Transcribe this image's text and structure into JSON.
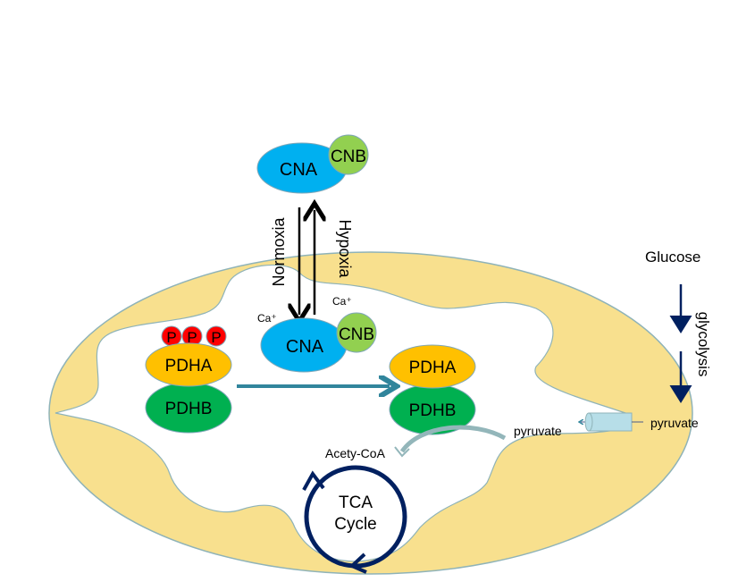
{
  "colors": {
    "membrane": "#F8E08E",
    "membrane_stroke": "#8FB3B8",
    "cna": "#00B0F0",
    "cnb": "#92D050",
    "pdha": "#FFC000",
    "pdhb": "#00B050",
    "phosphate": "#FF0000",
    "transition_arrow": "#31859C",
    "tca": "#002060",
    "transporter": "#B7DEE8"
  },
  "labels": {
    "cna_top": "CNA",
    "cnb_top": "CNB",
    "normoxia": "Normoxia",
    "hypoxia": "Hypoxia",
    "ca_left": "Ca⁺",
    "ca_right": "Ca⁺",
    "cna_bottom": "CNA",
    "cnb_bottom": "CNB",
    "phospho": [
      "P",
      "P",
      "P"
    ],
    "pdha_left": "PDHA",
    "pdhb_left": "PDHB",
    "pdha_right": "PDHA",
    "pdhb_right": "PDHB",
    "glucose": "Glucose",
    "glycolysis": "glycolysis",
    "pyruvate_outside": "pyruvate",
    "pyruvate_inside": "pyruvate",
    "acetyl_coa": "Acety-CoA",
    "tca_line1": "TCA",
    "tca_line2": "Cycle"
  }
}
